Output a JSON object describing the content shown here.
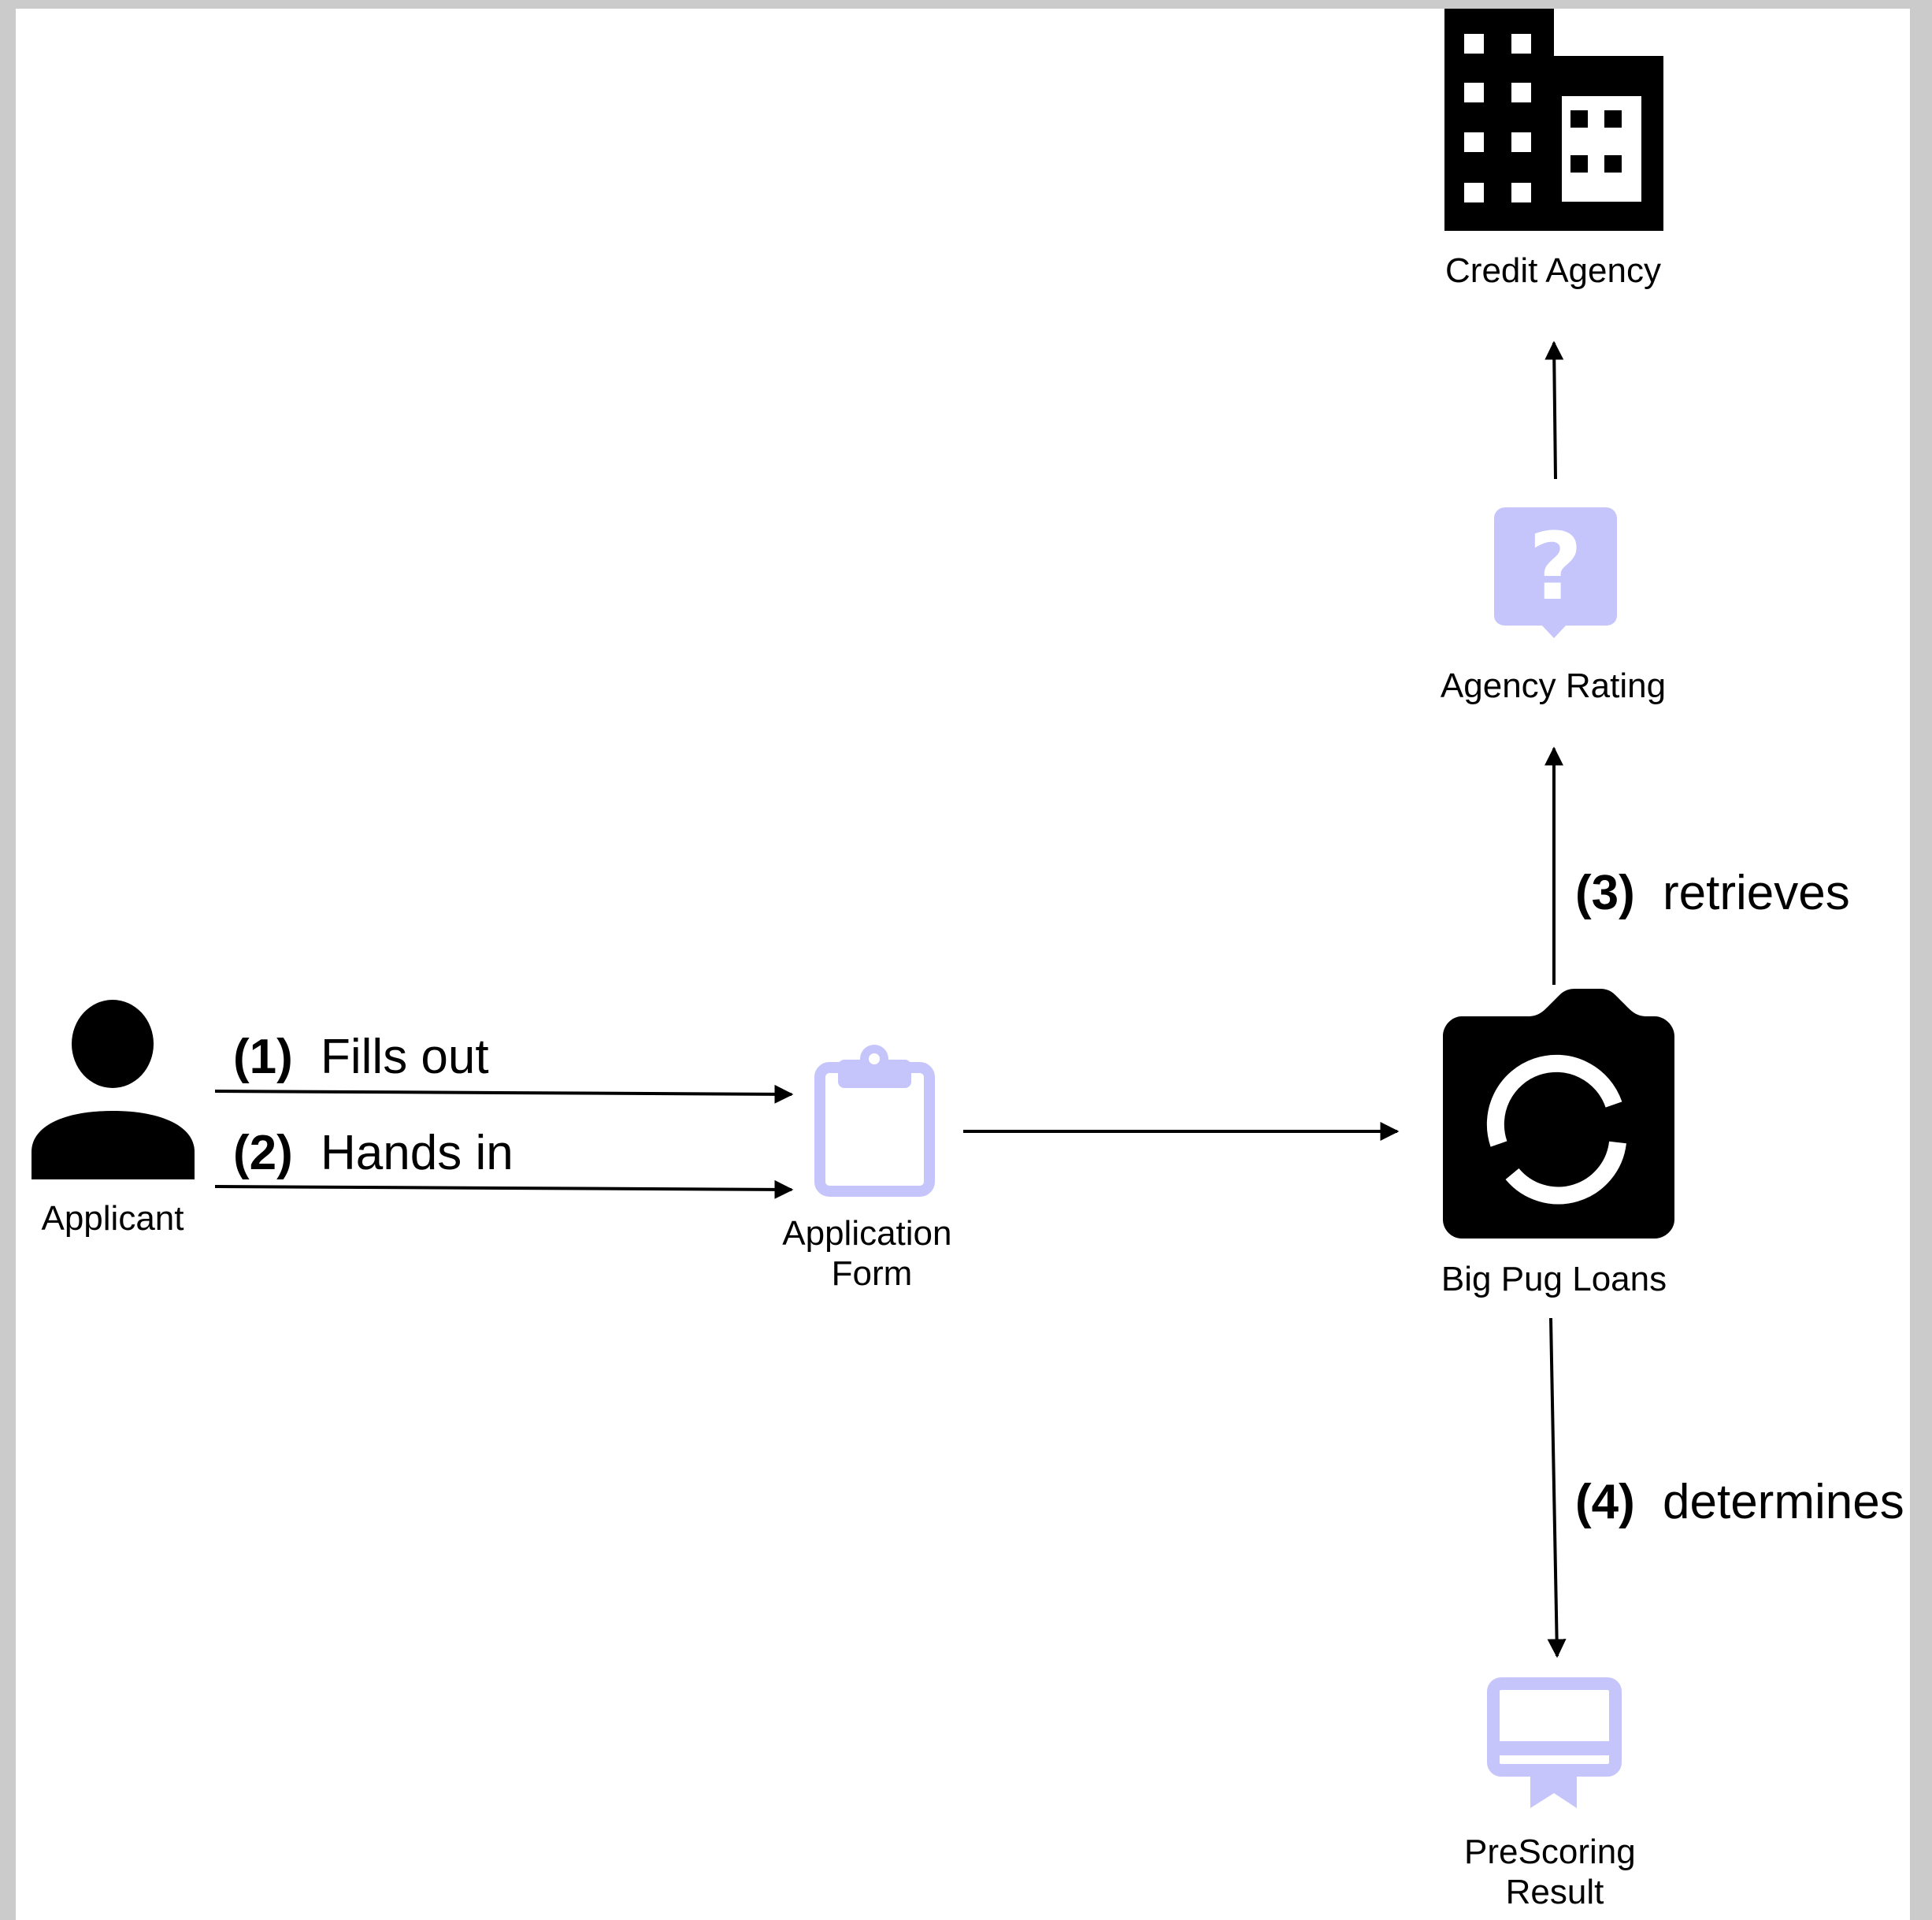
{
  "colors": {
    "frame": "#cbcbcb",
    "canvas": "#ffffff",
    "ink": "#000000",
    "accent": "#c5c5fb"
  },
  "nodes": {
    "applicant": {
      "label": "Applicant",
      "icon": "person-icon"
    },
    "application_form": {
      "label_line1": "Application",
      "label_line2": "Form",
      "icon": "clipboard-icon"
    },
    "big_pug_loans": {
      "label": "Big Pug Loans",
      "icon": "camera-sync-icon"
    },
    "agency_rating": {
      "label": "Agency Rating",
      "icon": "question-badge-icon"
    },
    "credit_agency": {
      "label": "Credit Agency",
      "icon": "building-icon"
    },
    "prescoring_result": {
      "label_line1": "PreScoring",
      "label_line2": "Result",
      "icon": "certificate-icon"
    }
  },
  "edges": {
    "fills_out": {
      "number": "(1)",
      "text": "Fills out"
    },
    "hands_in": {
      "number": "(2)",
      "text": "Hands in"
    },
    "retrieves": {
      "number": "(3)",
      "text": "retrieves"
    },
    "determines": {
      "number": "(4)",
      "text": "determines"
    }
  }
}
